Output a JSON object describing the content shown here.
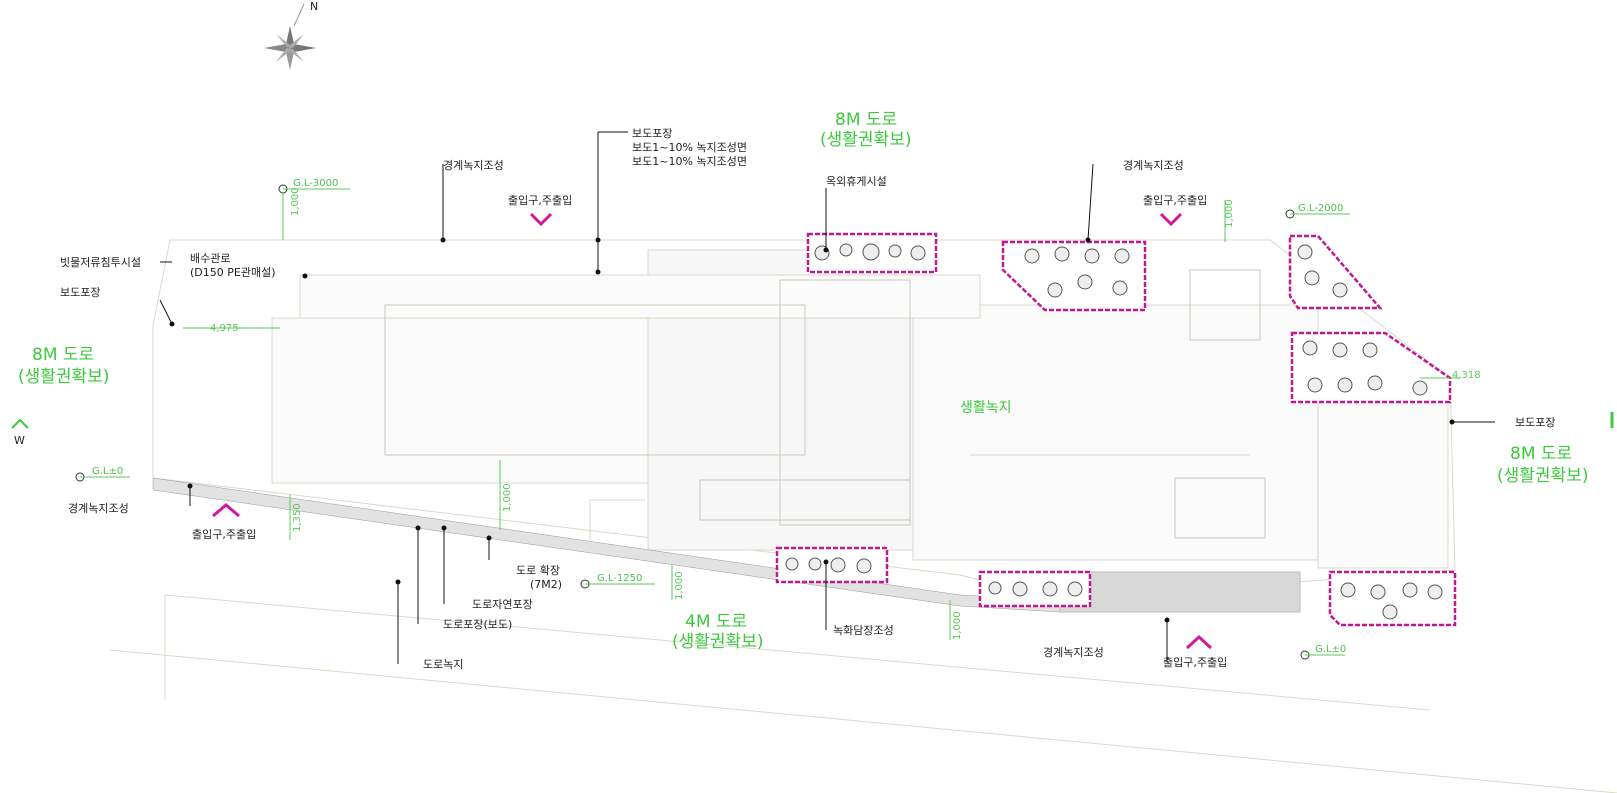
{
  "compass": {
    "label": "N"
  },
  "roads": {
    "top": {
      "line1": "8M 도로",
      "line2": "(생활권확보)"
    },
    "left": {
      "line1": "8M 도로",
      "line2": "(생활권확보)"
    },
    "right": {
      "line1": "8M 도로",
      "line2": "(생활권확보)"
    },
    "bottom": {
      "line1": "4M 도로",
      "line2": "(생활권확보)"
    }
  },
  "building_label": "생활녹지",
  "labels": {
    "boundary_fence": "경계녹지조성",
    "sidewalk": "보도포장",
    "sidewalk_1_10": "보도1~10% 녹지조성면",
    "sidewalk_1_10_b": "보도1~10% 녹지조성면",
    "boundary_fence_2": "경계녹지조성",
    "outdoor_facility": "옥외휴게시설",
    "entry_top_left": "출입구,주출입",
    "entry_top_right": "출입구,주출입",
    "entry_bottom_left": "출입구,주출입",
    "entry_bottom_right": "출입구,주출입",
    "stormwater": "빗물저류침투시설",
    "pipe_line1": "배수관로",
    "pipe_line2": "(D150 PE관매설)",
    "sidewalk_left": "보도포장",
    "boundary_fence_left": "경계녹지조성",
    "road_area_line1": "도로 확장",
    "road_area_line2": "(7M2)",
    "road_natural": "도로자연포장",
    "road_sidewalk": "도로포장(보도)",
    "road_green": "도로녹지",
    "green_wall": "녹화담장조성",
    "boundary_fence_bottom": "경계녹지조성",
    "sidewalk_right": "보도포장"
  },
  "levels": {
    "gl_top_left": "G.L-3000",
    "gl_top_right": "G.L-2000",
    "gl_left": "G.L±0",
    "gl_bottom_mid": "G.L-1250",
    "gl_bottom_right": "G.L±0"
  },
  "dimensions": {
    "d_4975": "4,975",
    "d_4318": "4,318",
    "d_1000_tl": "1,000",
    "d_1000_tr": "1,000",
    "d_1350": "1,350",
    "d_1000_mid": "1,000",
    "d_1000_bm": "1,000",
    "d_1000_br": "1,000"
  },
  "colors": {
    "road_text": "#3cc93c",
    "planter_border": "#c0198f",
    "entry_arrow": "#d2199b"
  }
}
